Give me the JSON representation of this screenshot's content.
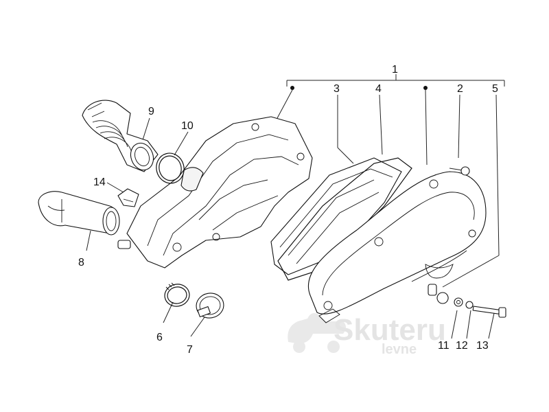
{
  "callouts": {
    "c1": "1",
    "c2": "2",
    "c3": "3",
    "c4": "4",
    "c5": "5",
    "c6": "6",
    "c7": "7",
    "c8": "8",
    "c9": "9",
    "c10": "10",
    "c11": "11",
    "c12": "12",
    "c13": "13",
    "c14": "14"
  },
  "watermark": {
    "brand": "Skuteru",
    "sub": "levne"
  },
  "colors": {
    "line": "#111111",
    "watermark": "#e4e4e4",
    "background": "#ffffff"
  }
}
